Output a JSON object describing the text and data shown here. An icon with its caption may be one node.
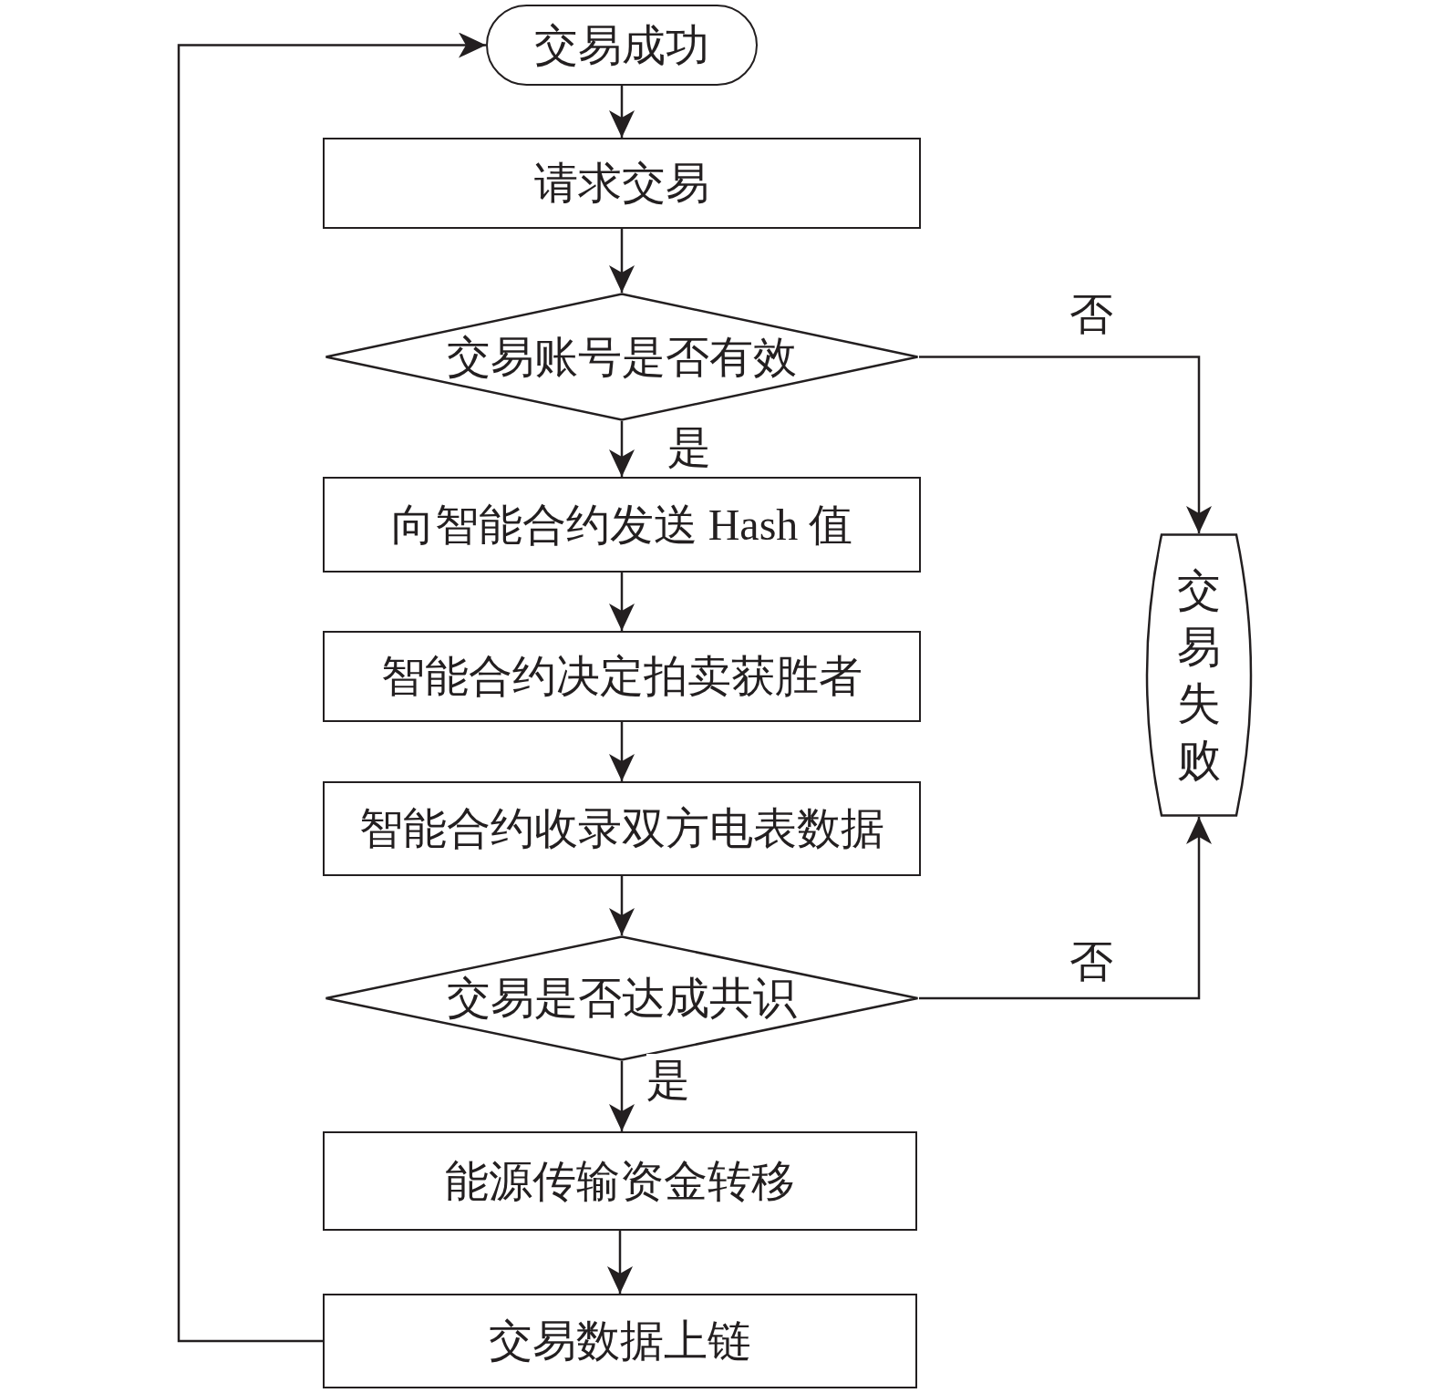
{
  "diagram": {
    "nodes": [
      {
        "text": [
          "交易成功"
        ]
      },
      {
        "text": [
          "请求交易"
        ]
      },
      {
        "text": [
          "交易账号是否有效"
        ]
      },
      {
        "text": [
          "向智能合约发送 Hash 值"
        ]
      },
      {
        "text": [
          "智能合约决定拍卖获胜者"
        ]
      },
      {
        "text": [
          "智能合约收录双方电表数据"
        ]
      },
      {
        "text": [
          "交易是否达成共识"
        ]
      },
      {
        "text": [
          "能源传输资金转移"
        ]
      },
      {
        "text": [
          "交易数据上链"
        ]
      },
      {
        "text": [
          "交易失败"
        ]
      }
    ],
    "edges": [
      {
        "from": 0,
        "to": 1,
        "arrow": "to"
      },
      {
        "from": 1,
        "to": 2,
        "arrow": "to"
      },
      {
        "from": 2,
        "to": 3,
        "arrow": "to",
        "label": "是"
      },
      {
        "from": 3,
        "to": 4,
        "arrow": "to"
      },
      {
        "from": 4,
        "to": 5,
        "arrow": "to"
      },
      {
        "from": 5,
        "to": 6,
        "arrow": "to"
      },
      {
        "from": 6,
        "to": 7,
        "arrow": "to",
        "label": "是"
      },
      {
        "from": 7,
        "to": 8,
        "arrow": "to"
      },
      {
        "from": 8,
        "to": 0,
        "arrow": "to"
      },
      {
        "from": 2,
        "to": 9,
        "arrow": "to",
        "label": "否"
      },
      {
        "from": 6,
        "to": 9,
        "arrow": "to",
        "label": "否"
      }
    ]
  }
}
